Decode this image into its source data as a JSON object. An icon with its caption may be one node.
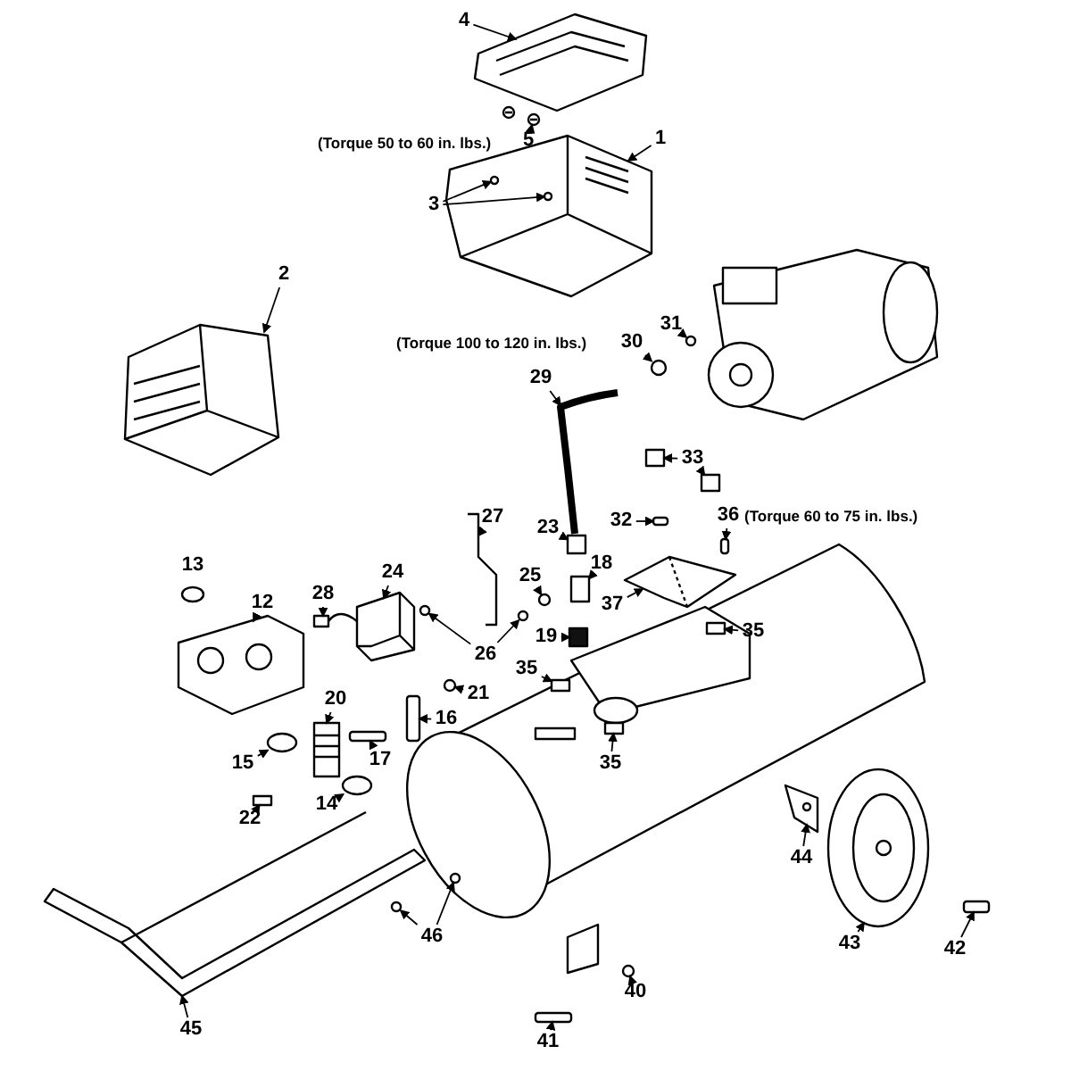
{
  "diagram": {
    "nodes": [
      {
        "text": [
          "4"
        ]
      },
      {
        "text": [
          "5"
        ]
      },
      {
        "text": [
          "1"
        ]
      },
      {
        "text": [
          "3"
        ]
      },
      {
        "text": [
          "2"
        ]
      },
      {
        "text": [
          "31"
        ]
      },
      {
        "text": [
          "30"
        ]
      },
      {
        "text": [
          "29"
        ]
      },
      {
        "text": [
          "33"
        ]
      },
      {
        "text": [
          "27"
        ]
      },
      {
        "text": [
          "36"
        ]
      },
      {
        "text": [
          "32"
        ]
      },
      {
        "text": [
          "23"
        ]
      },
      {
        "text": [
          "18"
        ]
      },
      {
        "text": [
          "13"
        ]
      },
      {
        "text": [
          "24"
        ]
      },
      {
        "text": [
          "25"
        ]
      },
      {
        "text": [
          "28"
        ]
      },
      {
        "text": [
          "12"
        ]
      },
      {
        "text": [
          "37"
        ]
      },
      {
        "text": [
          "35"
        ]
      },
      {
        "text": [
          "19"
        ]
      },
      {
        "text": [
          "26"
        ]
      },
      {
        "text": [
          "35"
        ]
      },
      {
        "text": [
          "21"
        ]
      },
      {
        "text": [
          "20"
        ]
      },
      {
        "text": [
          "16"
        ]
      },
      {
        "text": [
          "17"
        ]
      },
      {
        "text": [
          "15"
        ]
      },
      {
        "text": [
          "35"
        ]
      },
      {
        "text": [
          "14"
        ]
      },
      {
        "text": [
          "22"
        ]
      },
      {
        "text": [
          "44"
        ]
      },
      {
        "text": [
          "46"
        ]
      },
      {
        "text": [
          "43"
        ]
      },
      {
        "text": [
          "42"
        ]
      },
      {
        "text": [
          "40"
        ]
      },
      {
        "text": [
          "45"
        ]
      },
      {
        "text": [
          "41"
        ]
      },
      {
        "text": [],
        "shape": "picture"
      },
      {
        "text": [],
        "shape": "picture"
      },
      {
        "text": [],
        "shape": "picture"
      },
      {
        "text": [],
        "shape": "picture"
      },
      {
        "text": [],
        "shape": "circle"
      },
      {
        "text": [],
        "shape": "circle"
      },
      {
        "text": [],
        "shape": "picture"
      },
      {
        "text": [],
        "shape": "box"
      },
      {
        "text": [],
        "shape": "box"
      },
      {
        "text": [],
        "shape": "picture"
      },
      {
        "text": [],
        "shape": "bar"
      },
      {
        "text": [],
        "shape": "bar"
      },
      {
        "text": [],
        "shape": "box"
      },
      {
        "text": [],
        "shape": "box"
      },
      {
        "text": [],
        "shape": "picture"
      },
      {
        "text": [],
        "shape": "circle"
      },
      {
        "text": [],
        "shape": "picture"
      },
      {
        "text": [],
        "shape": "picture"
      },
      {
        "text": [],
        "shape": "picture"
      },
      {
        "text": [],
        "shape": "box"
      },
      {
        "text": [],
        "shape": "box"
      },
      {
        "text": [],
        "shape": "circle"
      },
      {
        "text": [],
        "shape": "circle"
      },
      {
        "text": [],
        "shape": "box"
      },
      {
        "text": [],
        "shape": "circle"
      },
      {
        "text": [],
        "shape": "picture"
      },
      {
        "text": [],
        "shape": "bar"
      },
      {
        "text": [],
        "shape": "bar"
      },
      {
        "text": [],
        "shape": "circle"
      },
      {
        "text": [],
        "shape": "box"
      },
      {
        "text": [],
        "shape": "circle"
      },
      {
        "text": [],
        "shape": "box"
      },
      {
        "text": [],
        "shape": "picture"
      },
      {
        "text": [],
        "shape": "circle"
      },
      {
        "text": [],
        "shape": "circle"
      },
      {
        "text": [],
        "shape": "picture"
      },
      {
        "text": [],
        "shape": "bar"
      },
      {
        "text": [],
        "shape": "circle"
      },
      {
        "text": [],
        "shape": "picture"
      },
      {
        "text": [],
        "shape": "bar"
      },
      {
        "text": [],
        "shape": "circle",
        "in": 41
      },
      {
        "text": [],
        "shape": "circle",
        "in": 41
      }
    ],
    "edges": [
      {
        "from": 0,
        "to": 39,
        "arrow": "to"
      },
      {
        "from": 1,
        "to": 40,
        "arrow": "to"
      },
      {
        "from": 2,
        "to": 41,
        "arrow": "to"
      },
      {
        "from": 3,
        "to": 79,
        "arrow": "to"
      },
      {
        "from": 3,
        "to": 80,
        "arrow": "to"
      },
      {
        "from": 4,
        "to": 42,
        "arrow": "to"
      },
      {
        "from": 5,
        "to": 43,
        "arrow": "to"
      },
      {
        "from": 6,
        "to": 44,
        "arrow": "to"
      },
      {
        "from": 7,
        "to": 45,
        "arrow": "to"
      },
      {
        "from": 8,
        "to": 46,
        "arrow": "to"
      },
      {
        "from": 8,
        "to": 47,
        "arrow": "to"
      },
      {
        "from": 9,
        "to": 48,
        "arrow": "to"
      },
      {
        "from": 10,
        "to": 49,
        "arrow": "to"
      },
      {
        "from": 11,
        "to": 50,
        "arrow": "to"
      },
      {
        "from": 12,
        "to": 51,
        "arrow": "to"
      },
      {
        "from": 13,
        "to": 52,
        "arrow": "to"
      },
      {
        "from": 15,
        "to": 53,
        "arrow": "to"
      },
      {
        "from": 16,
        "to": 54,
        "arrow": "to"
      },
      {
        "from": 17,
        "to": 55,
        "arrow": "to"
      },
      {
        "from": 18,
        "to": 56,
        "arrow": "to"
      },
      {
        "from": 19,
        "to": 57,
        "arrow": "to"
      },
      {
        "from": 20,
        "to": 58,
        "arrow": "to"
      },
      {
        "from": 21,
        "to": 59,
        "arrow": "to"
      },
      {
        "from": 22,
        "to": 60,
        "arrow": "to"
      },
      {
        "from": 22,
        "to": 61,
        "arrow": "to"
      },
      {
        "from": 23,
        "to": 62,
        "arrow": "to"
      },
      {
        "from": 24,
        "to": 63,
        "arrow": "to"
      },
      {
        "from": 25,
        "to": 64,
        "arrow": "to"
      },
      {
        "from": 26,
        "to": 65,
        "arrow": "to"
      },
      {
        "from": 27,
        "to": 66,
        "arrow": "to"
      },
      {
        "from": 28,
        "to": 67,
        "arrow": "to"
      },
      {
        "from": 29,
        "to": 68,
        "arrow": "to"
      },
      {
        "from": 30,
        "to": 69,
        "arrow": "to"
      },
      {
        "from": 31,
        "to": 70,
        "arrow": "to"
      },
      {
        "from": 32,
        "to": 71,
        "arrow": "to"
      },
      {
        "from": 33,
        "to": 72,
        "arrow": "to"
      },
      {
        "from": 33,
        "to": 73,
        "arrow": "to"
      },
      {
        "from": 34,
        "to": 74,
        "arrow": "to"
      },
      {
        "from": 35,
        "to": 75,
        "arrow": "to"
      },
      {
        "from": 36,
        "to": 76,
        "arrow": "to"
      },
      {
        "from": 37,
        "to": 77,
        "arrow": "to"
      },
      {
        "from": 38,
        "to": 78,
        "arrow": "to"
      }
    ],
    "labels": [
      "(Torque 50 to 60 in. lbs.)",
      "(Torque 100 to 120 in. lbs.)",
      "(Torque 60 to 75 in. lbs.)"
    ]
  }
}
